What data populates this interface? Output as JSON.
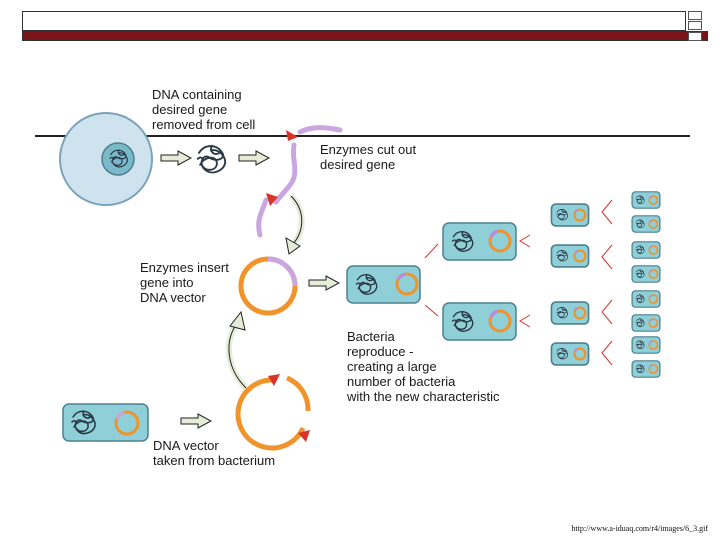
{
  "labels": {
    "dna_removed": "DNA containing\ndesired gene\nremoved from cell",
    "enzymes_cut": "Enzymes cut out\ndesired gene",
    "enzymes_insert": "Enzymes insert\ngene into\nDNA vector",
    "bacteria_reproduce": "Bacteria\nreproduce -\ncreating a large\nnumber of bacteria\nwith the new characteristic",
    "dna_vector": "DNA vector\ntaken from bacterium"
  },
  "source_url": "http://www.a-iduaq.com/r4/images/6_3.gif",
  "colors": {
    "header_band": "#7a1418",
    "cell_fill": "#cfe3ee",
    "bacterium_fill": "#8fd0d8",
    "vector_orange": "#f0932b",
    "gene_purple": "#c9a6e0",
    "enzyme_red": "#d8342a",
    "arrow_fill": "#e6ecd8"
  }
}
